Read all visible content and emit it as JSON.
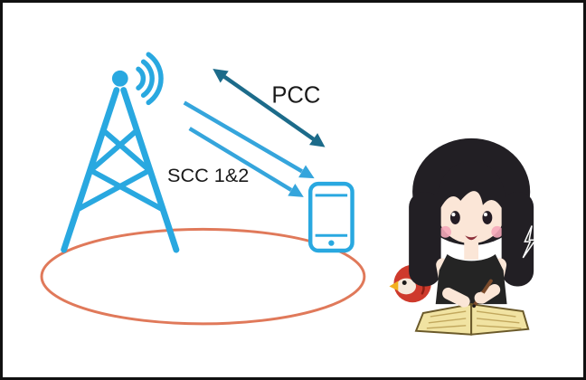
{
  "frame": {
    "background": "#FFFFFF",
    "border_color": "#111111"
  },
  "diagram": {
    "labels": {
      "pcc": "PCC",
      "scc": "SCC 1&2"
    },
    "colors": {
      "tower": "#29A8E0",
      "waves": "#29A8E0",
      "pcc_arrow": "#1C6B8A",
      "scc_arrow": "#35A5DC",
      "phone": "#29A8E0",
      "coverage_ellipse": "#E0795A",
      "label_text": "#1a1a1a"
    },
    "icons": [
      "cell-tower-icon",
      "radio-waves-icon",
      "smartphone-icon",
      "coverage-ellipse"
    ]
  },
  "illustration": {
    "colors": {
      "hair": "#221f24",
      "skin": "#FBE6D7",
      "blush": "#F5A8BA",
      "top": "#242424",
      "notebook_page": "#F1E3A2",
      "notebook_edge": "#6B5A2A",
      "notebook_line": "#C2A85E",
      "pencil": "#7A4A2B",
      "bird_body": "#CE3A2C",
      "bird_face": "#F5E9DC",
      "bird_beak": "#F2B01F",
      "bird_detail": "#8C1F14"
    }
  }
}
